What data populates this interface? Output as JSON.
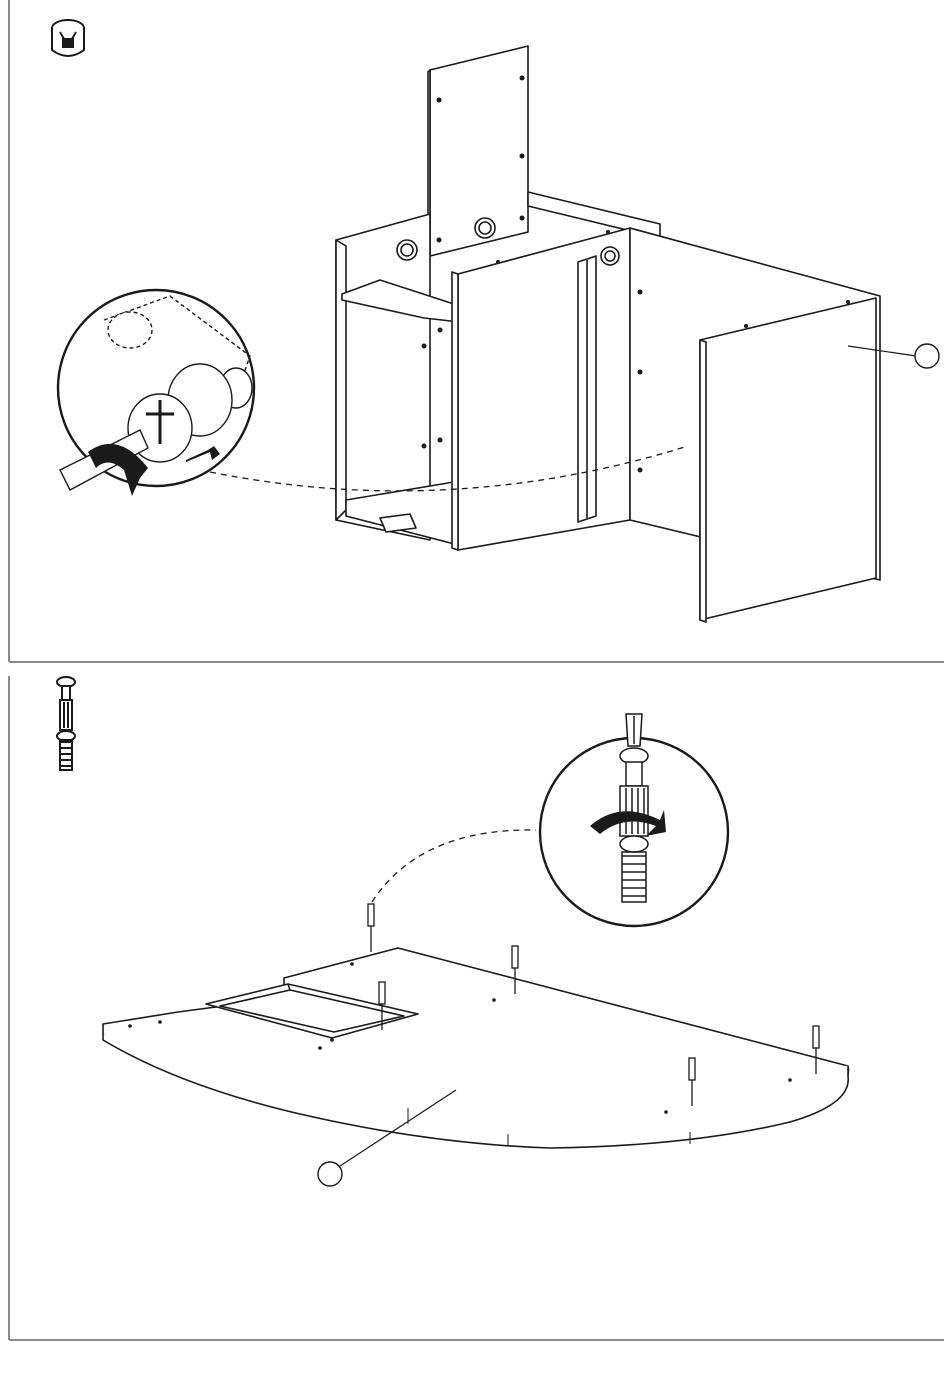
{
  "document": {
    "page": {
      "steps": [
        {
          "step_id": "A",
          "hardware_icon": "cam-lock-icon",
          "detail": "cam-lock-tightening-detail",
          "part_callouts": [
            ""
          ],
          "action": "rotate-clockwise"
        },
        {
          "step_id": "B",
          "hardware_icon": "cam-bolt-icon",
          "detail": "cam-bolt-screwing-detail",
          "part_callouts": [
            ""
          ],
          "action": "rotate-clockwise"
        }
      ]
    },
    "colors": {
      "line": "#1a1a1a",
      "frame": "#8a8a8a",
      "paper": "#ffffff",
      "shade": "#d8d8d8"
    }
  }
}
